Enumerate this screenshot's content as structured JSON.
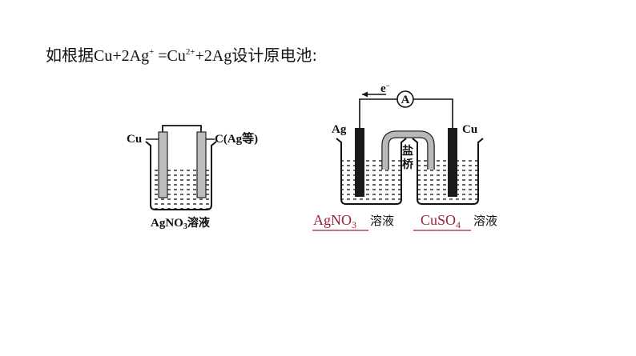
{
  "title": {
    "prefix": "如根据",
    "part1": "Cu+2Ag",
    "sup1": "+",
    "part2": " =Cu",
    "sup2": "2+",
    "part3": "+2Ag",
    "suffix": "设计原电池:"
  },
  "cell_left": {
    "electrode_left": "Cu",
    "electrode_right": "C(Ag等)",
    "solution_main": "AgNO",
    "solution_sub": "3",
    "solution_suffix": "溶液"
  },
  "cell_right": {
    "electron": "e",
    "electron_sup": "−",
    "ammeter": "A",
    "electrode_left": "Ag",
    "electrode_right": "Cu",
    "salt_bridge_1": "盐",
    "salt_bridge_2": "桥",
    "solution_left_main": "AgNO",
    "solution_left_sub": "3",
    "solution_left_suffix": "溶液",
    "solution_right_main": "CuSO",
    "solution_right_sub": "4",
    "solution_right_suffix": "溶液",
    "answer_color": "#a0213a"
  }
}
